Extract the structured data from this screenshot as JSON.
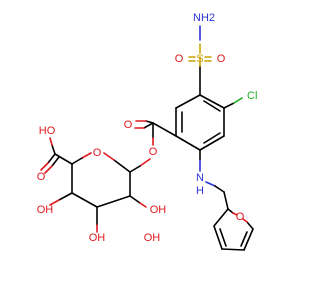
{
  "atoms": {
    "sulfonamide_nh2": "NH2",
    "sulfonyl_s": "S",
    "sulfonyl_o_left": "O",
    "sulfonyl_o_right": "O",
    "chloro": "Cl",
    "ester_carbonyl_o": "O",
    "ester_link_o": "O",
    "amine_nh": "N",
    "amine_h": "H",
    "furan_o": "O",
    "ring_o": "O",
    "acid_oh": "HO",
    "acid_carbonyl_o": "O",
    "hydroxyl_1": "OH",
    "hydroxyl_2": "OH",
    "hydroxyl_3": "OH",
    "hydroxyl_4": "OH"
  },
  "colors": {
    "carbon": "#000000",
    "oxygen": "#e0181e",
    "nitrogen": "#2a34d6",
    "sulfur": "#c8a400",
    "chlorine": "#1fae1f"
  }
}
